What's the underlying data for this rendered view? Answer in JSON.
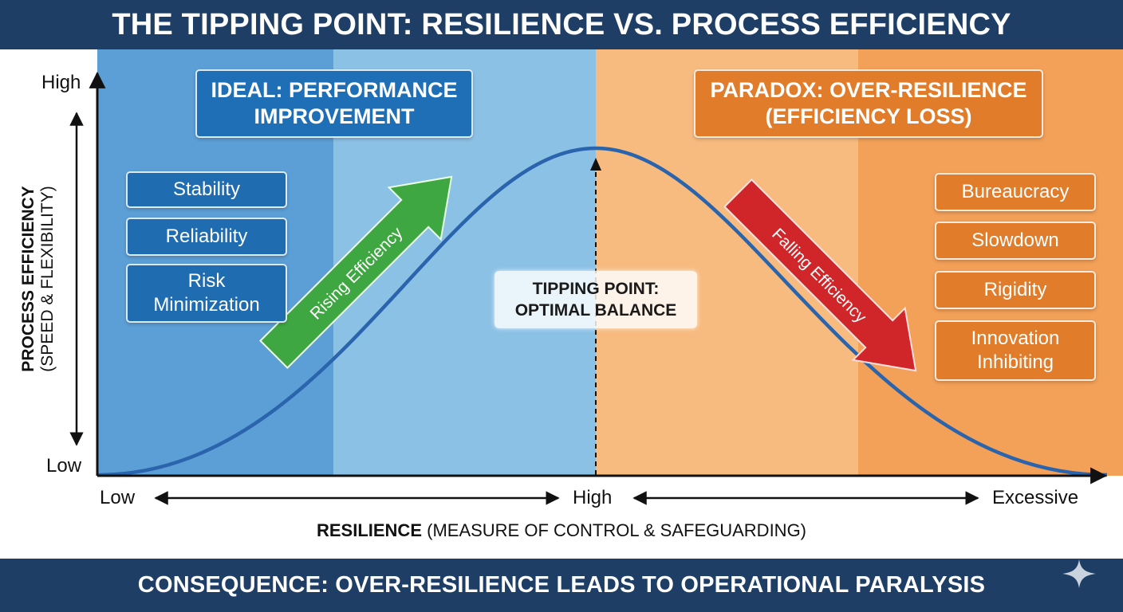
{
  "title": "THE TIPPING POINT: RESILIENCE VS. PROCESS EFFICIENCY",
  "footer": "CONSEQUENCE: OVER-RESILIENCE LEADS TO OPERATIONAL PARALYSIS",
  "y_axis": {
    "label_bold": "PROCESS EFFICIENCY",
    "label_sub": "(SPEED & FLEXIBILITY)",
    "high": "High",
    "low": "Low"
  },
  "x_axis": {
    "label_bold": "RESILIENCE",
    "label_sub": " (MEASURE OF CONTROL & SAFEGUARDING)",
    "low": "Low",
    "high": "High",
    "excessive": "Excessive"
  },
  "left_zone": {
    "title": "IDEAL: PERFORMANCE\nIMPROVEMENT",
    "items": [
      "Stability",
      "Reliability",
      "Risk\nMinimization"
    ]
  },
  "right_zone": {
    "title": "PARADOX: OVER-RESILIENCE\n(EFFICIENCY LOSS)",
    "items": [
      "Bureaucracy",
      "Slowdown",
      "Rigidity",
      "Innovation\nInhibiting"
    ]
  },
  "tipping_point": "TIPPING POINT:\nOPTIMAL BALANCE",
  "rising_label": "Rising Efficiency",
  "falling_label": "Falling Efficiency",
  "colors": {
    "banner": "#1f3e66",
    "blue_zone": "#5c9fd6",
    "light_blue_zone": "#8cc1e6",
    "light_orange_zone": "#f7bb7f",
    "orange_zone": "#f3a058",
    "curve": "#2a64ad",
    "rising_arrow": "#3fa742",
    "falling_arrow": "#d0262a"
  }
}
